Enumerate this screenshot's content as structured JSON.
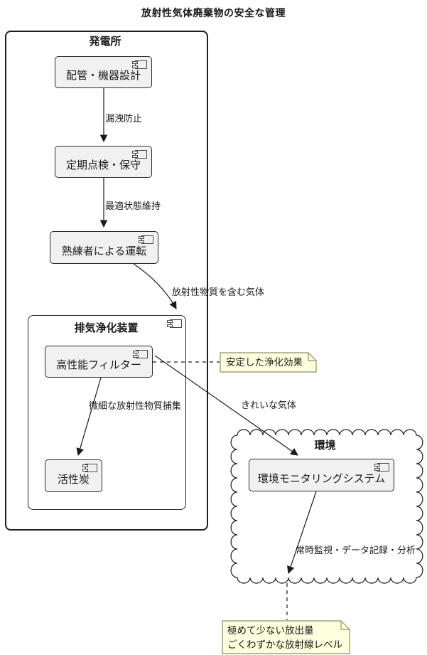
{
  "title": "放射性気体廃棄物の安全な管理",
  "power_plant": {
    "label": "発電所",
    "components": {
      "design": "配管・機器設計",
      "inspection": "定期点検・保守",
      "operation": "熟練者による運転"
    }
  },
  "purifier": {
    "label": "排気浄化装置",
    "components": {
      "filter": "高性能フィルター",
      "charcoal": "活性炭"
    }
  },
  "environment": {
    "label": "環境",
    "components": {
      "monitoring": "環境モニタリングシステム"
    }
  },
  "edges": {
    "leak_prevention": "漏洩防止",
    "optimal_state": "最適状態維持",
    "radioactive_gas": "放射性物質を含む気体",
    "fine_particle_capture": "微細な放射性物質捕集",
    "clean_gas": "きれいな気体",
    "monitoring_tasks": "常時監視・データ記録・分析"
  },
  "notes": {
    "stable_effect": "安定した浄化効果",
    "release_line1": "極めて少ない放出量",
    "release_line2": "ごくわずかな放射線レベル"
  },
  "colors": {
    "background": "#FFFFFF",
    "component_fill": "#F1F1F1",
    "component_border": "#2B2B2B",
    "line": "#1A1A1A",
    "note_fill": "#FEFFDD",
    "note_border": "#8F8F6B"
  }
}
